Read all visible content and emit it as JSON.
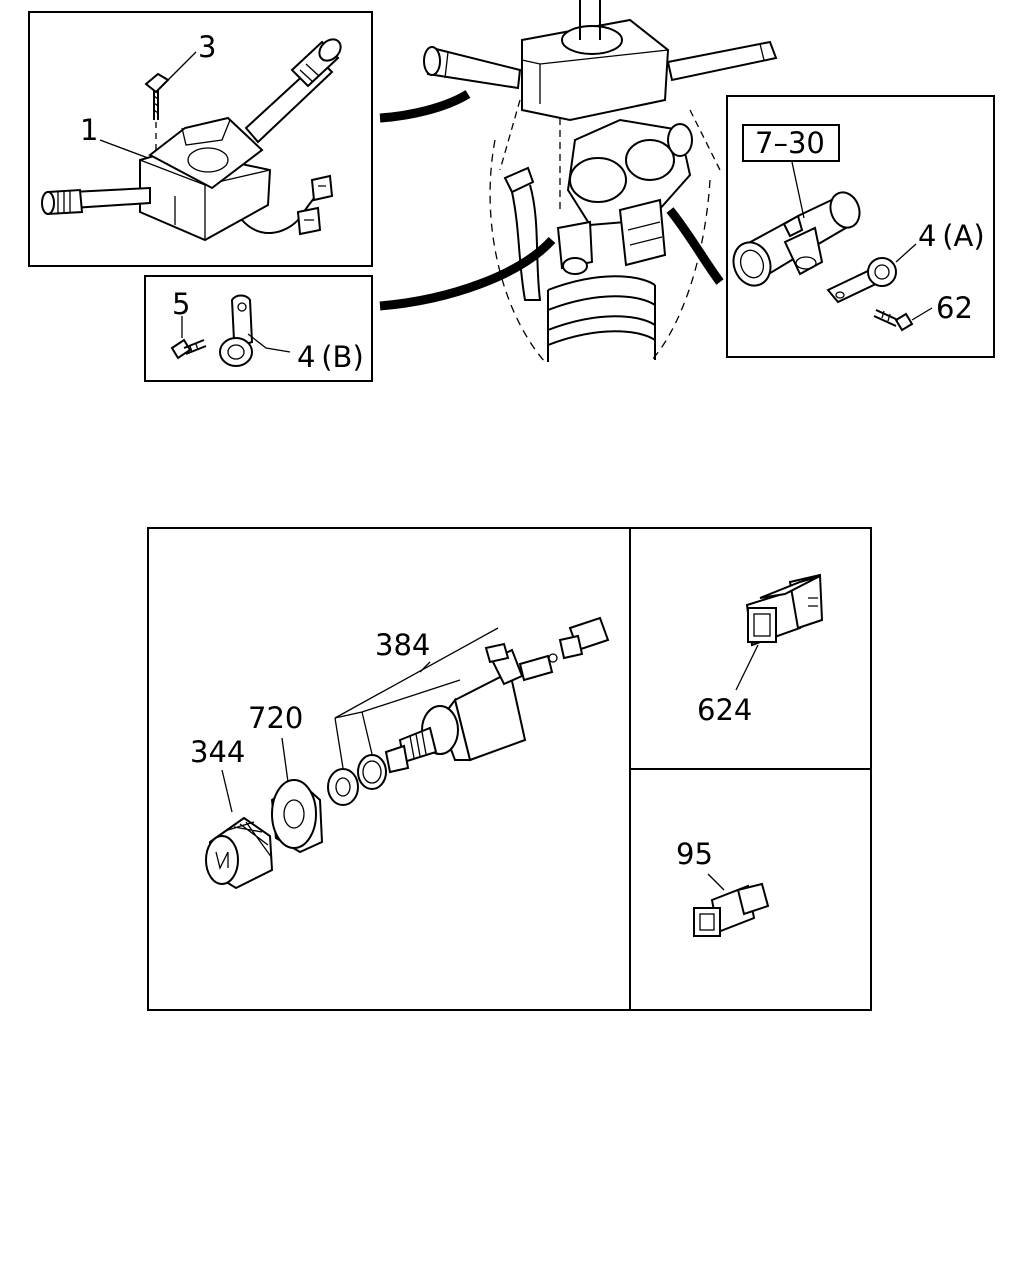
{
  "diagram": {
    "upper": {
      "panel_switch": {
        "labels": {
          "screw": "3",
          "switch": "1"
        }
      },
      "panel_clip_b": {
        "labels": {
          "bolt": "5",
          "clip": "4 (B)"
        }
      },
      "panel_bracket": {
        "labels": {
          "ref": "7–30",
          "clip": "4 (A)",
          "bolt": "62"
        }
      }
    },
    "lower": {
      "panel_knob": {
        "labels": {
          "switch": "384",
          "bezel": "720",
          "knob": "344"
        }
      },
      "panel_connector_a": {
        "labels": {
          "connector": "624"
        }
      },
      "panel_connector_b": {
        "labels": {
          "connector": "95"
        }
      }
    }
  }
}
